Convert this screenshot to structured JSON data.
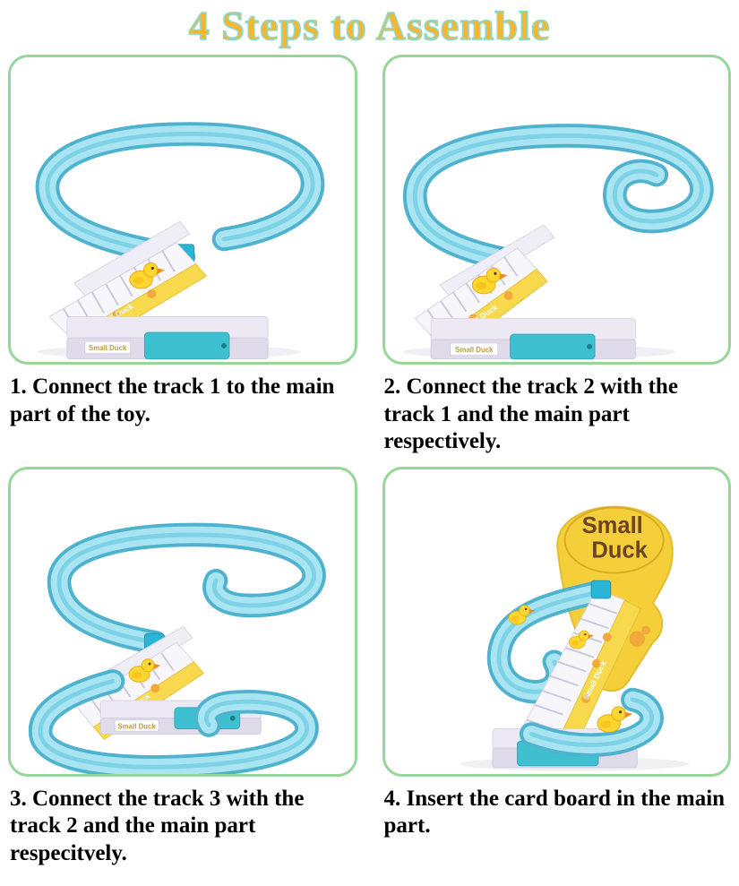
{
  "title": "4 Steps to Assemble",
  "toy": {
    "brand_label": "Small Duck",
    "card_board": {
      "line1": "Small",
      "line2": "Duck"
    }
  },
  "steps": [
    {
      "caption": "1. Connect the track 1 to the main part of the toy."
    },
    {
      "caption": "2. Connect the track 2 with the track 1 and the main part respectively."
    },
    {
      "caption": "3. Connect the track 3 with the track 2 and the main part respecitvely."
    },
    {
      "caption": "4. Insert the card board in the main part."
    }
  ],
  "colors": {
    "title_fill": "#f8b62c",
    "title_outline": "#8fd8c8",
    "frame_border": "#96d69a",
    "track_blue": "#7fd0e4",
    "duck_yellow": "#ffd530",
    "base_lavender": "#ece9f4",
    "battery_teal": "#3fc0d0"
  }
}
